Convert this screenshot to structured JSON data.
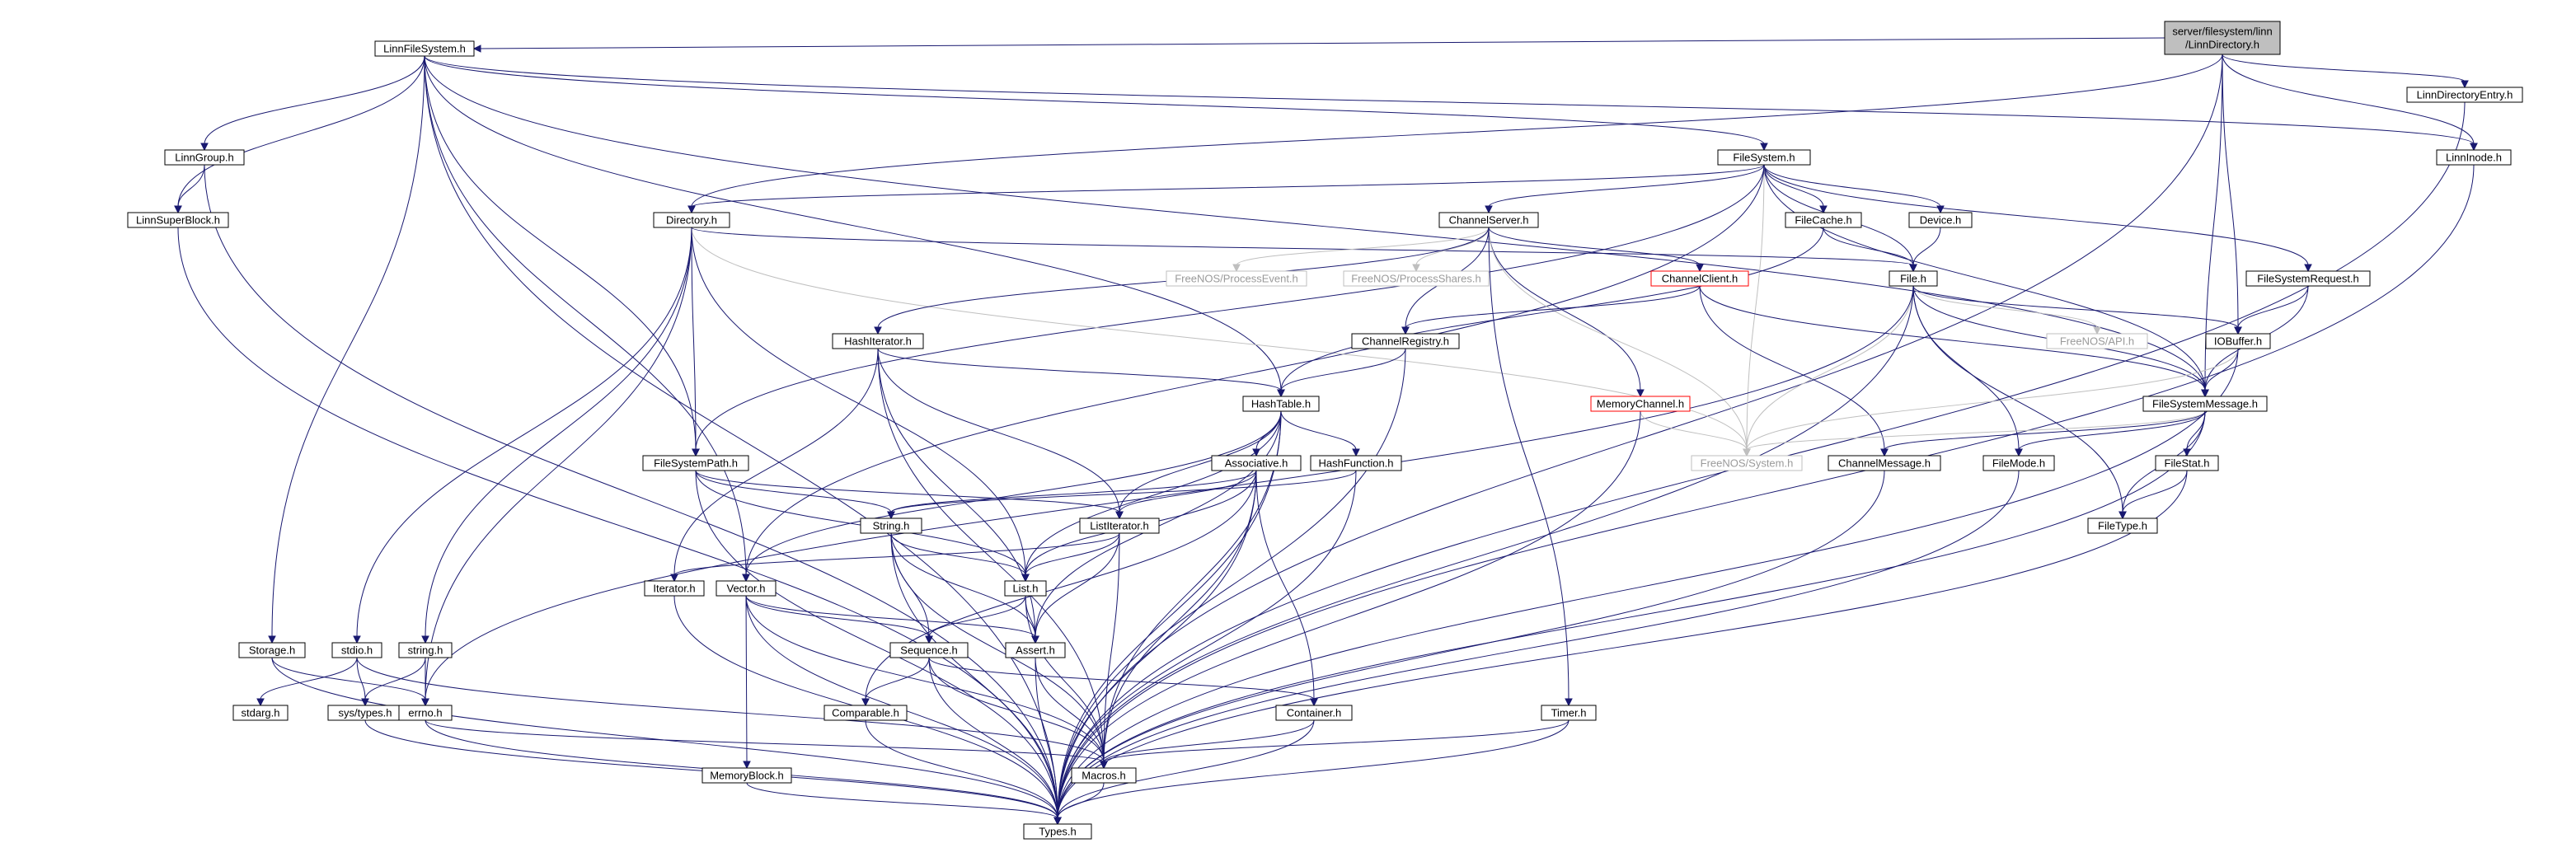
{
  "title": "server/filesystem/linn/LinnDirectory.h",
  "nodes": [
    {
      "id": "root",
      "lines": [
        "server/filesystem/linn",
        "/LinnDirectory.h"
      ],
      "style": "root"
    },
    {
      "id": "LinnFileSystem",
      "lines": [
        "LinnFileSystem.h"
      ]
    },
    {
      "id": "LinnDirectoryEntry",
      "lines": [
        "LinnDirectoryEntry.h"
      ]
    },
    {
      "id": "LinnGroup",
      "lines": [
        "LinnGroup.h"
      ]
    },
    {
      "id": "FileSystem",
      "lines": [
        "FileSystem.h"
      ]
    },
    {
      "id": "LinnInode",
      "lines": [
        "LinnInode.h"
      ]
    },
    {
      "id": "LinnSuperBlock",
      "lines": [
        "LinnSuperBlock.h"
      ]
    },
    {
      "id": "Directory",
      "lines": [
        "Directory.h"
      ]
    },
    {
      "id": "ChannelServer",
      "lines": [
        "ChannelServer.h"
      ]
    },
    {
      "id": "FileCache",
      "lines": [
        "FileCache.h"
      ]
    },
    {
      "id": "Device",
      "lines": [
        "Device.h"
      ]
    },
    {
      "id": "FreeNOSProcessEvent",
      "lines": [
        "FreeNOS/ProcessEvent.h"
      ],
      "style": "gray"
    },
    {
      "id": "FreeNOSProcessShares",
      "lines": [
        "FreeNOS/ProcessShares.h"
      ],
      "style": "gray"
    },
    {
      "id": "ChannelClient",
      "lines": [
        "ChannelClient.h"
      ],
      "style": "red"
    },
    {
      "id": "File",
      "lines": [
        "File.h"
      ]
    },
    {
      "id": "FileSystemRequest",
      "lines": [
        "FileSystemRequest.h"
      ]
    },
    {
      "id": "HashIterator",
      "lines": [
        "HashIterator.h"
      ]
    },
    {
      "id": "ChannelRegistry",
      "lines": [
        "ChannelRegistry.h"
      ]
    },
    {
      "id": "FreeNOSAPI",
      "lines": [
        "FreeNOS/API.h"
      ],
      "style": "gray"
    },
    {
      "id": "IOBuffer",
      "lines": [
        "IOBuffer.h"
      ]
    },
    {
      "id": "HashTable",
      "lines": [
        "HashTable.h"
      ]
    },
    {
      "id": "MemoryChannel",
      "lines": [
        "MemoryChannel.h"
      ],
      "style": "red"
    },
    {
      "id": "FileSystemMessage",
      "lines": [
        "FileSystemMessage.h"
      ]
    },
    {
      "id": "FileSystemPath",
      "lines": [
        "FileSystemPath.h"
      ]
    },
    {
      "id": "Associative",
      "lines": [
        "Associative.h"
      ]
    },
    {
      "id": "HashFunction",
      "lines": [
        "HashFunction.h"
      ]
    },
    {
      "id": "FreeNOSSystem",
      "lines": [
        "FreeNOS/System.h"
      ],
      "style": "gray"
    },
    {
      "id": "ChannelMessage",
      "lines": [
        "ChannelMessage.h"
      ]
    },
    {
      "id": "FileMode",
      "lines": [
        "FileMode.h"
      ]
    },
    {
      "id": "FileStat",
      "lines": [
        "FileStat.h"
      ]
    },
    {
      "id": "String",
      "lines": [
        "String.h"
      ]
    },
    {
      "id": "ListIterator",
      "lines": [
        "ListIterator.h"
      ]
    },
    {
      "id": "FileType",
      "lines": [
        "FileType.h"
      ]
    },
    {
      "id": "Iterator",
      "lines": [
        "Iterator.h"
      ]
    },
    {
      "id": "Vector",
      "lines": [
        "Vector.h"
      ]
    },
    {
      "id": "List",
      "lines": [
        "List.h"
      ]
    },
    {
      "id": "Storage",
      "lines": [
        "Storage.h"
      ]
    },
    {
      "id": "stdio",
      "lines": [
        "stdio.h"
      ]
    },
    {
      "id": "stringh",
      "lines": [
        "string.h"
      ]
    },
    {
      "id": "Sequence",
      "lines": [
        "Sequence.h"
      ]
    },
    {
      "id": "Assert",
      "lines": [
        "Assert.h"
      ]
    },
    {
      "id": "stdarg",
      "lines": [
        "stdarg.h"
      ]
    },
    {
      "id": "systypes",
      "lines": [
        "sys/types.h"
      ]
    },
    {
      "id": "errno",
      "lines": [
        "errno.h"
      ]
    },
    {
      "id": "Comparable",
      "lines": [
        "Comparable.h"
      ]
    },
    {
      "id": "Container",
      "lines": [
        "Container.h"
      ]
    },
    {
      "id": "Timer",
      "lines": [
        "Timer.h"
      ]
    },
    {
      "id": "MemoryBlock",
      "lines": [
        "MemoryBlock.h"
      ]
    },
    {
      "id": "Macros",
      "lines": [
        "Macros.h"
      ]
    },
    {
      "id": "Types",
      "lines": [
        "Types.h"
      ]
    }
  ],
  "edges": [
    [
      "root",
      "LinnFileSystem"
    ],
    [
      "root",
      "LinnDirectoryEntry"
    ],
    [
      "root",
      "LinnInode"
    ],
    [
      "root",
      "Directory"
    ],
    [
      "root",
      "IOBuffer"
    ],
    [
      "root",
      "FileSystemMessage"
    ],
    [
      "root",
      "Types"
    ],
    [
      "LinnFileSystem",
      "LinnGroup"
    ],
    [
      "LinnFileSystem",
      "FileSystem"
    ],
    [
      "LinnFileSystem",
      "LinnInode"
    ],
    [
      "LinnFileSystem",
      "LinnSuperBlock"
    ],
    [
      "LinnFileSystem",
      "Storage"
    ],
    [
      "LinnFileSystem",
      "FileSystemPath"
    ],
    [
      "LinnFileSystem",
      "HashTable"
    ],
    [
      "LinnFileSystem",
      "Vector"
    ],
    [
      "LinnFileSystem",
      "FileSystemMessage"
    ],
    [
      "LinnFileSystem",
      "Types"
    ],
    [
      "LinnDirectoryEntry",
      "Types"
    ],
    [
      "LinnGroup",
      "LinnSuperBlock"
    ],
    [
      "LinnGroup",
      "Types"
    ],
    [
      "LinnSuperBlock",
      "Types"
    ],
    [
      "LinnInode",
      "Types"
    ],
    [
      "FileSystem",
      "Directory"
    ],
    [
      "FileSystem",
      "ChannelServer"
    ],
    [
      "FileSystem",
      "FileCache"
    ],
    [
      "FileSystem",
      "Device"
    ],
    [
      "FileSystem",
      "File"
    ],
    [
      "FileSystem",
      "FileSystemRequest"
    ],
    [
      "FileSystem",
      "FileSystemMessage"
    ],
    [
      "FileSystem",
      "FileSystemPath"
    ],
    [
      "FileSystem",
      "FreeNOSSystem"
    ],
    [
      "FileSystem",
      "Vector"
    ],
    [
      "Directory",
      "File"
    ],
    [
      "Directory",
      "FileSystemPath"
    ],
    [
      "Directory",
      "List"
    ],
    [
      "Directory",
      "stdio"
    ],
    [
      "Directory",
      "stringh"
    ],
    [
      "Directory",
      "FreeNOSSystem"
    ],
    [
      "Directory",
      "errno"
    ],
    [
      "ChannelServer",
      "FreeNOSProcessEvent"
    ],
    [
      "ChannelServer",
      "FreeNOSProcessShares"
    ],
    [
      "ChannelServer",
      "ChannelClient"
    ],
    [
      "ChannelServer",
      "ChannelRegistry"
    ],
    [
      "ChannelServer",
      "MemoryChannel"
    ],
    [
      "ChannelServer",
      "HashIterator"
    ],
    [
      "ChannelServer",
      "FreeNOSSystem"
    ],
    [
      "ChannelServer",
      "Timer"
    ],
    [
      "FileCache",
      "File"
    ],
    [
      "FileCache",
      "HashTable"
    ],
    [
      "Device",
      "File"
    ],
    [
      "ChannelClient",
      "ChannelRegistry"
    ],
    [
      "ChannelClient",
      "ChannelMessage"
    ],
    [
      "ChannelClient",
      "FileSystemMessage"
    ],
    [
      "File",
      "FreeNOSAPI"
    ],
    [
      "File",
      "IOBuffer"
    ],
    [
      "File",
      "FileSystemMessage"
    ],
    [
      "File",
      "FileMode"
    ],
    [
      "File",
      "FileType"
    ],
    [
      "File",
      "FreeNOSSystem"
    ],
    [
      "File",
      "errno"
    ],
    [
      "File",
      "Types"
    ],
    [
      "FileSystemRequest",
      "IOBuffer"
    ],
    [
      "FileSystemRequest",
      "FileSystemMessage"
    ],
    [
      "HashIterator",
      "HashTable"
    ],
    [
      "HashIterator",
      "ListIterator"
    ],
    [
      "HashIterator",
      "Iterator"
    ],
    [
      "HashIterator",
      "Assert"
    ],
    [
      "HashIterator",
      "Macros"
    ],
    [
      "ChannelRegistry",
      "HashTable"
    ],
    [
      "ChannelRegistry",
      "Types"
    ],
    [
      "IOBuffer",
      "FileSystemMessage"
    ],
    [
      "IOBuffer",
      "FreeNOSSystem"
    ],
    [
      "IOBuffer",
      "Types"
    ],
    [
      "HashTable",
      "Associative"
    ],
    [
      "HashTable",
      "HashFunction"
    ],
    [
      "HashTable",
      "ListIterator"
    ],
    [
      "HashTable",
      "List"
    ],
    [
      "HashTable",
      "Assert"
    ],
    [
      "HashTable",
      "Vector"
    ],
    [
      "HashTable",
      "Macros"
    ],
    [
      "HashTable",
      "Types"
    ],
    [
      "MemoryChannel",
      "FreeNOSSystem"
    ],
    [
      "MemoryChannel",
      "Types"
    ],
    [
      "FileSystemMessage",
      "FreeNOSSystem"
    ],
    [
      "FileSystemMessage",
      "ChannelMessage"
    ],
    [
      "FileSystemMessage",
      "FileMode"
    ],
    [
      "FileSystemMessage",
      "FileStat"
    ],
    [
      "FileSystemMessage",
      "FileType"
    ],
    [
      "FileSystemMessage",
      "Types"
    ],
    [
      "FileSystemPath",
      "String"
    ],
    [
      "FileSystemPath",
      "List"
    ],
    [
      "FileSystemPath",
      "ListIterator"
    ],
    [
      "FileSystemPath",
      "Types"
    ],
    [
      "Associative",
      "String"
    ],
    [
      "Associative",
      "ListIterator"
    ],
    [
      "Associative",
      "List"
    ],
    [
      "Associative",
      "Container"
    ],
    [
      "Associative",
      "Comparable"
    ],
    [
      "Associative",
      "Macros"
    ],
    [
      "Associative",
      "Types"
    ],
    [
      "HashFunction",
      "String"
    ],
    [
      "HashFunction",
      "Types"
    ],
    [
      "ChannelMessage",
      "Types"
    ],
    [
      "FileMode",
      "Types"
    ],
    [
      "FileStat",
      "FileType"
    ],
    [
      "FileStat",
      "Types"
    ],
    [
      "String",
      "Sequence"
    ],
    [
      "String",
      "List"
    ],
    [
      "String",
      "Assert"
    ],
    [
      "String",
      "Macros"
    ],
    [
      "String",
      "Types"
    ],
    [
      "ListIterator",
      "List"
    ],
    [
      "ListIterator",
      "Iterator"
    ],
    [
      "ListIterator",
      "Assert"
    ],
    [
      "ListIterator",
      "Macros"
    ],
    [
      "Iterator",
      "Types"
    ],
    [
      "Vector",
      "Sequence"
    ],
    [
      "Vector",
      "Assert"
    ],
    [
      "Vector",
      "MemoryBlock"
    ],
    [
      "Vector",
      "Macros"
    ],
    [
      "Vector",
      "Types"
    ],
    [
      "List",
      "Sequence"
    ],
    [
      "List",
      "Assert"
    ],
    [
      "List",
      "Macros"
    ],
    [
      "Storage",
      "errno"
    ],
    [
      "Storage",
      "Types"
    ],
    [
      "stdio",
      "stdarg"
    ],
    [
      "stdio",
      "systypes"
    ],
    [
      "stdio",
      "Macros"
    ],
    [
      "stringh",
      "systypes"
    ],
    [
      "stringh",
      "errno"
    ],
    [
      "Sequence",
      "Container"
    ],
    [
      "Sequence",
      "Comparable"
    ],
    [
      "Sequence",
      "Macros"
    ],
    [
      "Sequence",
      "Types"
    ],
    [
      "Assert",
      "Macros"
    ],
    [
      "Assert",
      "Types"
    ],
    [
      "systypes",
      "Types"
    ],
    [
      "errno",
      "Macros"
    ],
    [
      "errno",
      "Types"
    ],
    [
      "Comparable",
      "Types"
    ],
    [
      "Container",
      "Macros"
    ],
    [
      "Container",
      "Types"
    ],
    [
      "Timer",
      "Macros"
    ],
    [
      "Timer",
      "Types"
    ],
    [
      "MemoryBlock",
      "Types"
    ],
    [
      "Macros",
      "Types"
    ]
  ]
}
